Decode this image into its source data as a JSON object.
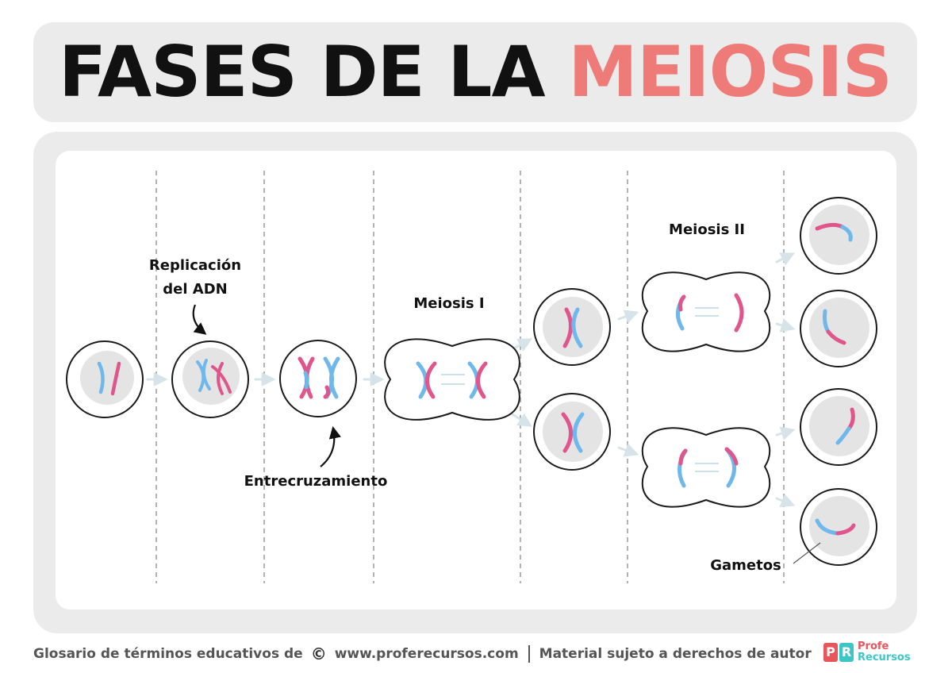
{
  "title": {
    "part1": "FASES DE LA",
    "part2": "MEIOSIS"
  },
  "labels": {
    "replication_line1": "Replicación",
    "replication_line2": "del ADN",
    "crossing_over": "Entrecruzamiento",
    "meiosis_1": "Meiosis I",
    "meiosis_2": "Meiosis II",
    "gametes": "Gametos"
  },
  "footer": {
    "glossary": "Glosario de términos educativos de",
    "copyright_symbol": "©",
    "website": "www.proferecursos.com",
    "rights": "Material sujeto a derechos de autor"
  },
  "logo": {
    "mark_p": "P",
    "mark_r": "R",
    "line1": "Profe",
    "line2": "Recursos"
  },
  "colors": {
    "title_accent": "#ee7b78",
    "chromosome_blue": "#6fb8ec",
    "chromosome_pink": "#e0558c",
    "nucleus": "#e4e4e4",
    "arrow": "#d6e4ea"
  }
}
